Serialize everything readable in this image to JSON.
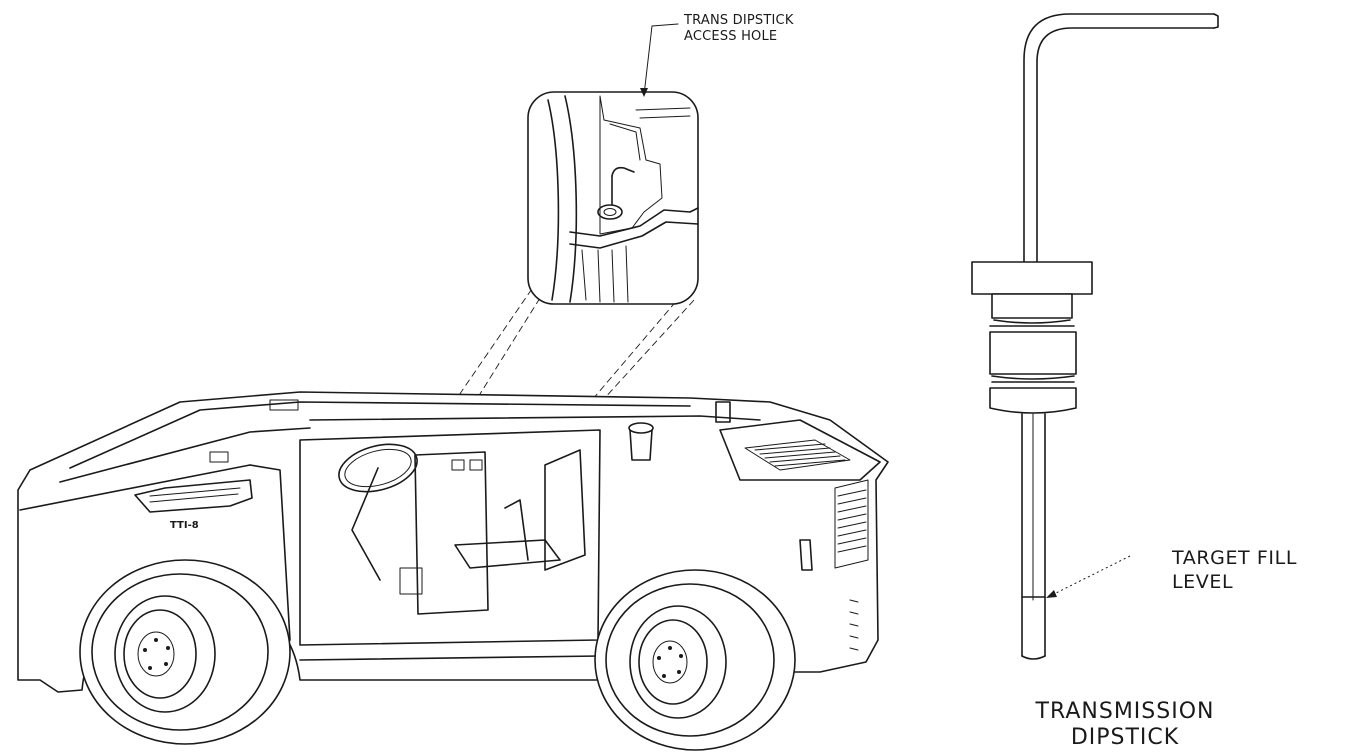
{
  "callouts": {
    "access_hole_line1": "TRANS DIPSTICK",
    "access_hole_line2": "ACCESS HOLE",
    "fill_level_line1": "TARGET FILL",
    "fill_level_line2": "LEVEL",
    "dipstick_title_line1": "TRANSMISSION",
    "dipstick_title_line2": "DIPSTICK"
  },
  "vehicle": {
    "model_badge": "TTI-8"
  }
}
